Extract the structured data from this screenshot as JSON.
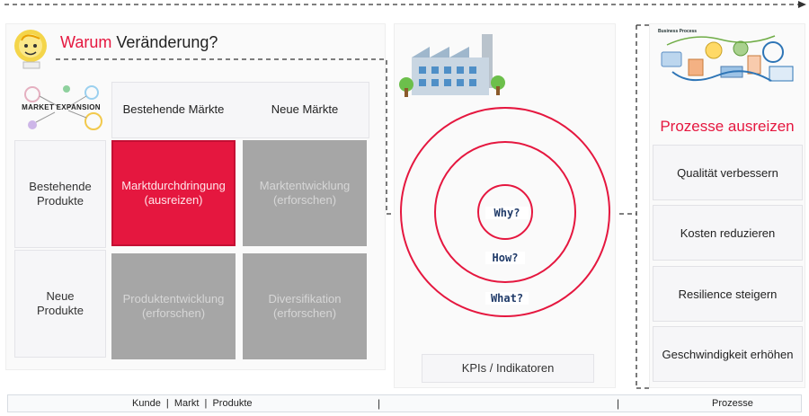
{
  "header": {
    "title_accent": "Warum",
    "title_rest": " Veränderung?",
    "accent_color": "#e5173f"
  },
  "matrix": {
    "logo_text": "MARKET EXPANSION",
    "col_headers": [
      "Bestehende Märkte",
      "Neue Märkte"
    ],
    "row_headers": [
      "Bestehende\nProdukte",
      "Neue\nProdukte"
    ],
    "cells": [
      {
        "label": "Marktdurchdringung\n(ausreizen)"
      },
      {
        "label": "Marktentwicklung\n(erforschen)"
      },
      {
        "label": "Produktentwicklung\n(erforschen)"
      },
      {
        "label": "Diversifikation\n(erforschen)"
      }
    ]
  },
  "center": {
    "circles": [
      "Why?",
      "How?",
      "What?"
    ],
    "kpi_label": "KPIs / Indikatoren"
  },
  "right": {
    "image_caption": "Business Process",
    "title": "Prozesse ausreizen",
    "items": [
      "Qualität verbessern",
      "Kosten reduzieren",
      "Resilience steigern",
      "Geschwindigkeit erhöhen"
    ]
  },
  "footer": {
    "left": "Kunde  |  Markt  |  Produkte",
    "sep1": "|",
    "sep2": "|",
    "right": "Prozesse"
  }
}
